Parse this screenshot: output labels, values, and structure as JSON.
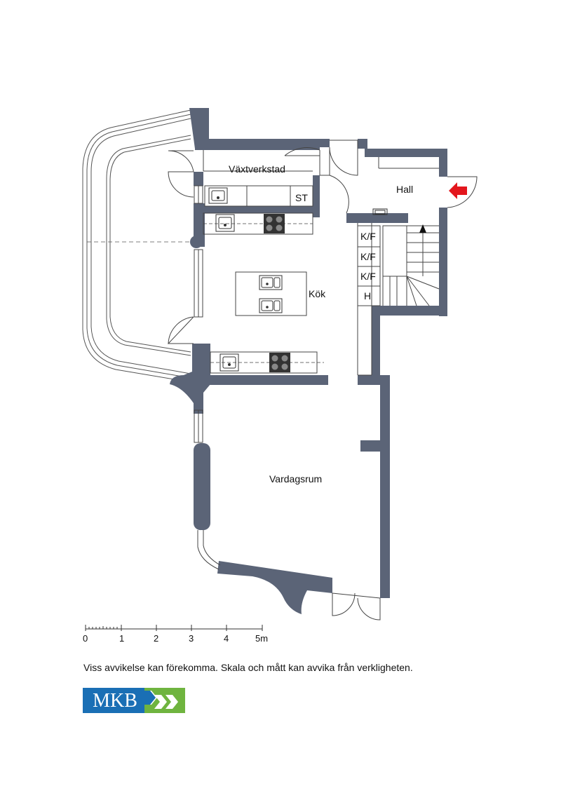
{
  "rooms": {
    "vaxtverkstad": "Växtverkstad",
    "hall": "Hall",
    "kok": "Kök",
    "vardagsrum": "Vardagsrum"
  },
  "units": {
    "st": "ST",
    "kf1": "K/F",
    "kf2": "K/F",
    "kf3": "K/F",
    "h": "H"
  },
  "scale": {
    "ticks": [
      "0",
      "1",
      "2",
      "3",
      "4",
      "5m"
    ]
  },
  "disclaimer": "Viss avvikelse kan förekomma. Skala och mått kan avvika från verkligheten.",
  "logo": {
    "text": "MKB"
  },
  "colors": {
    "wall": "#5b6477",
    "entrance_arrow": "#e3161d",
    "logo_blue": "#1a6fb5",
    "logo_green": "#6fb43f"
  }
}
